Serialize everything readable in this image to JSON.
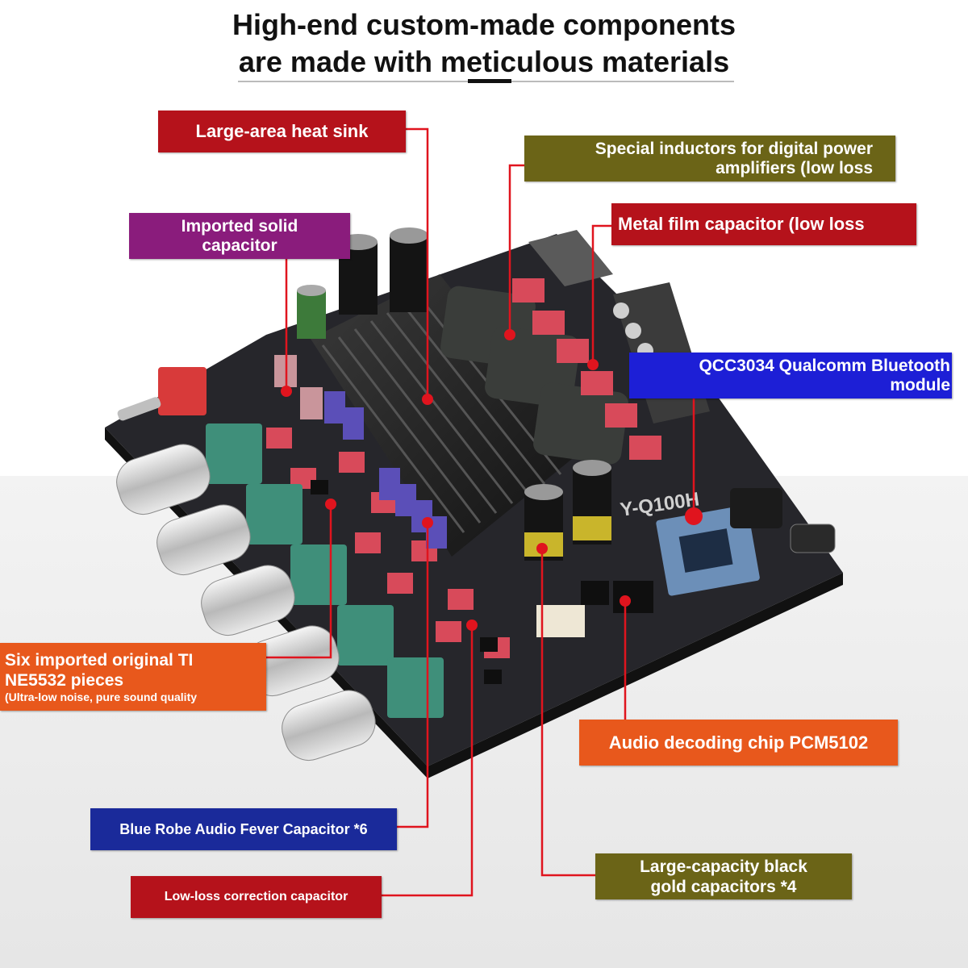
{
  "title": {
    "line1": "High-end custom-made components",
    "line2": "are made with meticulous materials"
  },
  "board": {
    "model_marking": "Y-Q100H"
  },
  "callouts": {
    "heat_sink": "Large-area heat sink",
    "solid_capacitor": {
      "line1": "Imported solid",
      "line2": "capacitor"
    },
    "inductors": {
      "line1": "Special inductors for digital power",
      "line2": "amplifiers (low loss"
    },
    "film_capacitor": "Metal film capacitor (low loss",
    "bluetooth": {
      "line1": "QCC3034 Qualcomm Bluetooth",
      "line2": "module"
    },
    "ti_chips": {
      "line1": "Six imported original TI",
      "line2": "NE5532 pieces",
      "line3": "(Ultra-low noise, pure sound quality"
    },
    "decoding_chip": "Audio decoding chip PCM5102",
    "blue_robe": "Blue Robe Audio Fever Capacitor *6",
    "black_gold": {
      "line1": "Large-capacity black",
      "line2": "gold capacitors *4"
    },
    "correction_capacitor": "Low-loss correction capacitor"
  },
  "colors": {
    "red": "#b5121b",
    "purple": "#8a1c7c",
    "olive": "#6b6417",
    "blue": "#1d1fd6",
    "orange": "#e8581c",
    "navy": "#1a2a9a",
    "leader_line": "#e0141e",
    "pcb": "#26262b"
  }
}
